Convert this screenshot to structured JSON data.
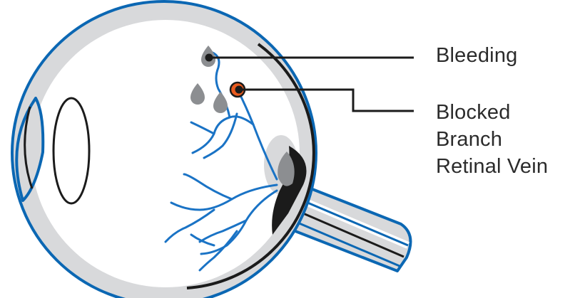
{
  "labels": {
    "bleeding": "Bleeding",
    "blocked_vein": {
      "line1": "Blocked",
      "line2": "Branch",
      "line3": "Retinal Vein"
    }
  },
  "colors": {
    "outline": "#0b67b3",
    "fill_light": "#d8d9db",
    "blood_drop": "#8c8e91",
    "vein": "#1a73c5",
    "blockage": "#e95b1f",
    "dark": "#1b1b1b",
    "text": "#2b2b2b"
  }
}
